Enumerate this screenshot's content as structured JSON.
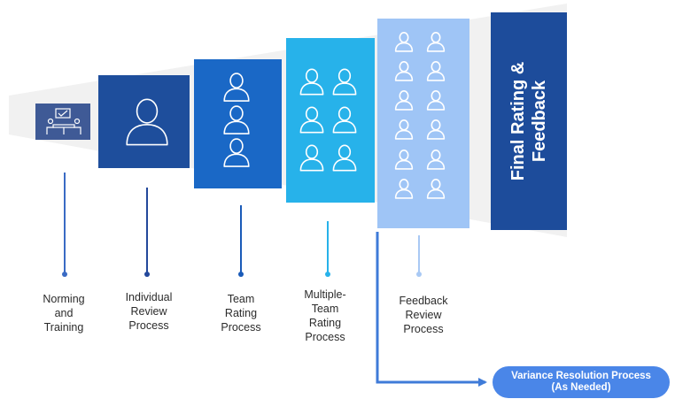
{
  "colors": {
    "stage1": "#3f5a96",
    "stage2": "#1e4e9c",
    "stage3": "#1a68c6",
    "stage4": "#27b2ea",
    "stage5": "#9fc5f6",
    "final": "#1d4c9b",
    "connector": "#3f7bd8",
    "funnel_edge": "#f0f0f0"
  },
  "stages": [
    {
      "key": "norming",
      "lines": [
        "Norming",
        "and",
        "Training"
      ],
      "icon": "meeting-table-icon",
      "people": 0
    },
    {
      "key": "individual",
      "lines": [
        "Individual",
        "Review",
        "Process"
      ],
      "icon": "person-icon",
      "people": 1
    },
    {
      "key": "team",
      "lines": [
        "Team",
        "Rating",
        "Process"
      ],
      "icon": "team-icon",
      "people": 3
    },
    {
      "key": "multi-team",
      "lines": [
        "Multiple-",
        "Team",
        "Rating",
        "Process"
      ],
      "icon": "group-icon",
      "people": 6
    },
    {
      "key": "feedback",
      "lines": [
        "Feedback",
        "Review",
        "Process"
      ],
      "icon": "crowd-icon",
      "people": 12
    }
  ],
  "final": {
    "lines": [
      "Final Rating &",
      "Feedback"
    ]
  },
  "variance": {
    "lines": [
      "Variance Resolution Process",
      "(As Needed)"
    ]
  }
}
